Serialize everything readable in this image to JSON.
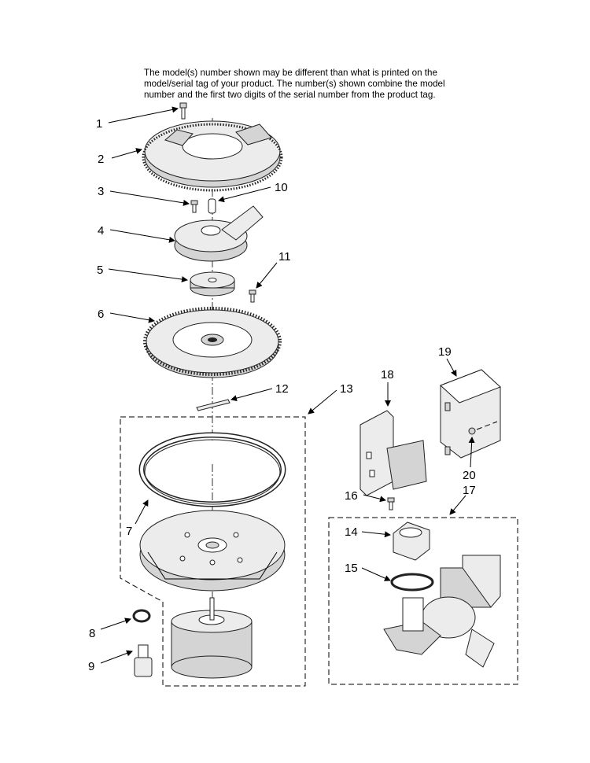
{
  "note": {
    "line1": "The model(s) number shown may be different than what is printed on the",
    "line2": "model/serial tag of your product. The number(s) shown combine the model",
    "line3": "number and the first two digits of the serial number from the product tag."
  },
  "callouts": {
    "c1": "1",
    "c2": "2",
    "c3": "3",
    "c4": "4",
    "c5": "5",
    "c6": "6",
    "c7": "7",
    "c8": "8",
    "c9": "9",
    "c10": "10",
    "c11": "11",
    "c12": "12",
    "c13": "13",
    "c14": "14",
    "c15": "15",
    "c16": "16",
    "c17": "17",
    "c18": "18",
    "c19": "19",
    "c20": "20"
  }
}
